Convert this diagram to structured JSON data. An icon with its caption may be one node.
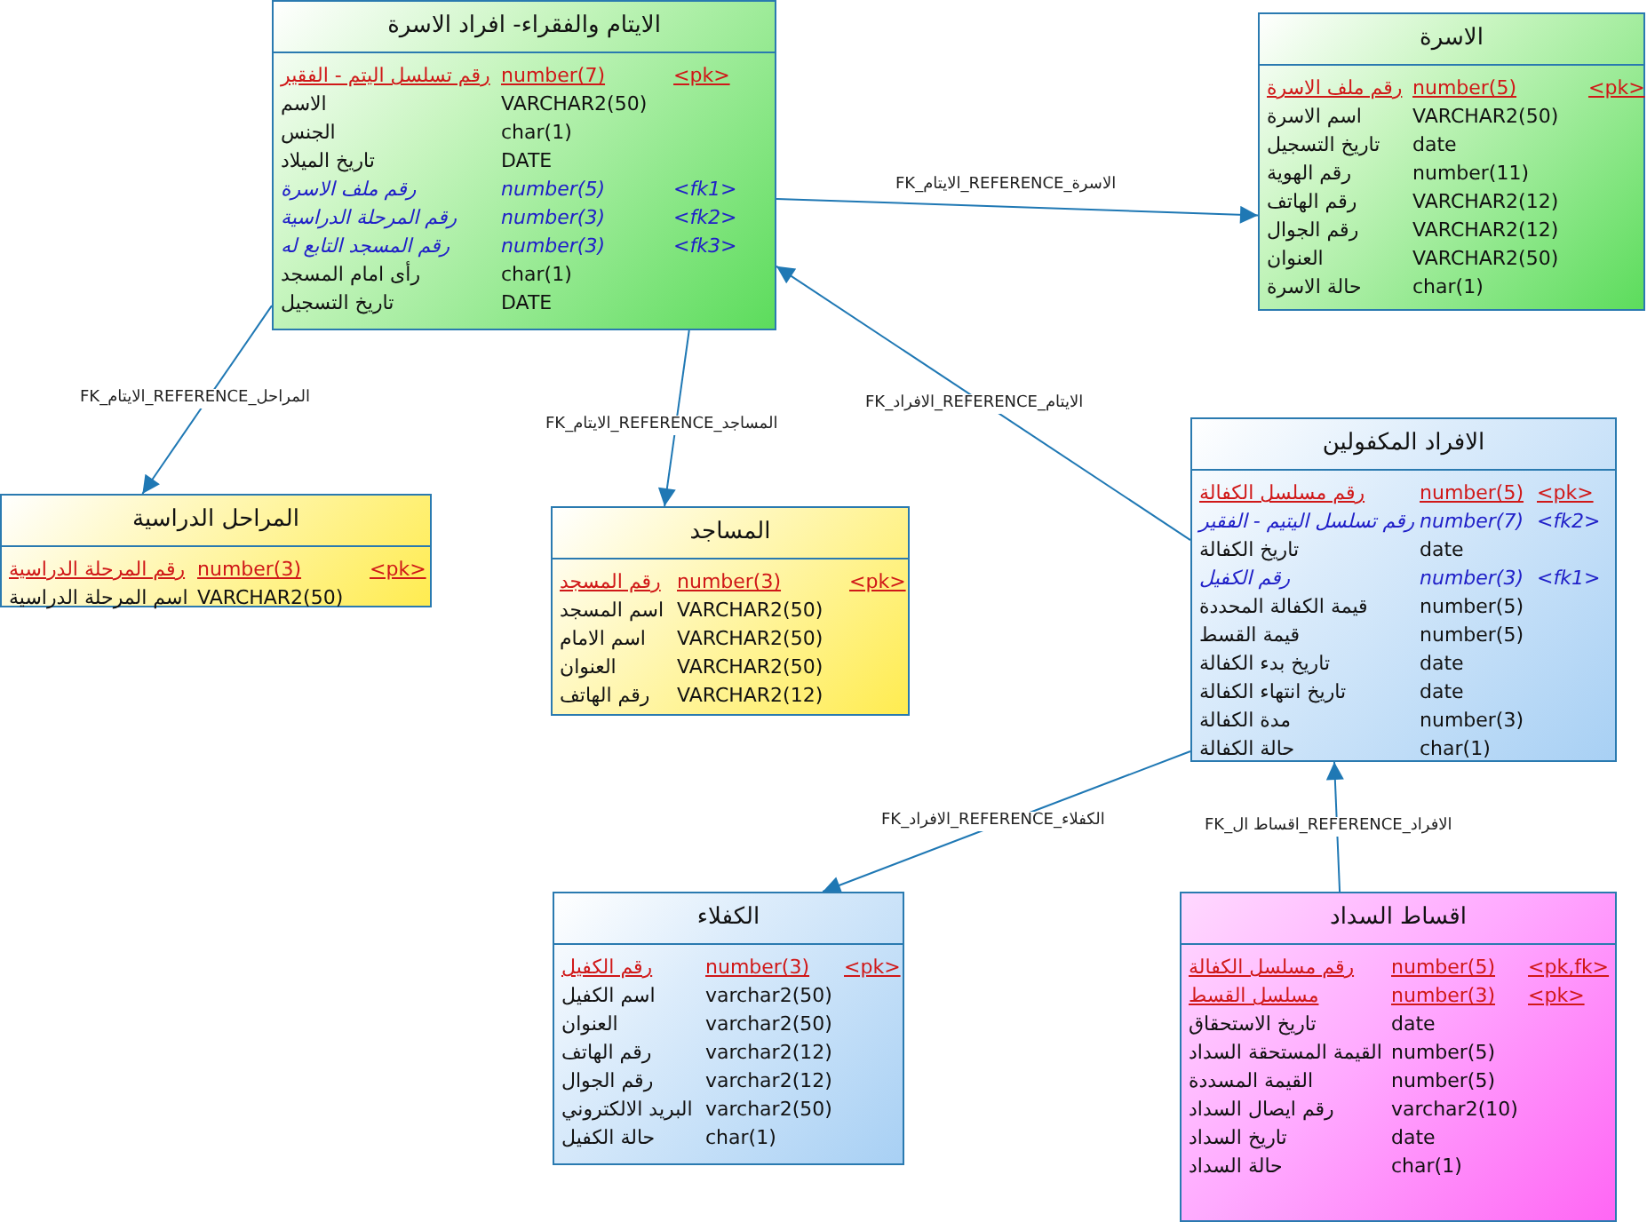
{
  "diagram": {
    "nodes": [
      {
        "text": [
          "الايتام والفقراء- افراد الاسرة",
          "رقم تسلسل اليتم - الفقير",
          "number(7)",
          "<pk>",
          "الاسم",
          "VARCHAR2(50)",
          "الجنس",
          "char(1)",
          "تاريخ الميلاد",
          "DATE",
          "رقم ملف الاسرة",
          "number(5)",
          "<fk1>",
          "رقم المرحلة الدراسية",
          "number(3)",
          "<fk2>",
          "رقم المسجد التابع له",
          "number(3)",
          "<fk3>",
          "رأى امام المسجد",
          "char(1)",
          "تاريخ التسجيل",
          "DATE"
        ]
      },
      {
        "text": [
          "الاسرة",
          "رقم ملف الاسرة",
          "number(5)",
          "<pk>",
          "اسم الاسرة",
          "VARCHAR2(50)",
          "تاريخ التسجيل",
          "date",
          "رقم الهوية",
          "number(11)",
          "رقم الهاتف",
          "VARCHAR2(12)",
          "رقم الجوال",
          "VARCHAR2(12)",
          "العنوان",
          "VARCHAR2(50)",
          "حالة الاسرة",
          "char(1)"
        ]
      },
      {
        "text": [
          "المراحل الدراسية",
          "رقم المرحلة الدراسية",
          "number(3)",
          "<pk>",
          "اسم المرحلة الدراسية",
          "VARCHAR2(50)"
        ]
      },
      {
        "text": [
          "المساجد",
          "رقم المسجد",
          "number(3)",
          "<pk>",
          "اسم المسجد",
          "VARCHAR2(50)",
          "اسم الامام",
          "VARCHAR2(50)",
          "العنوان",
          "VARCHAR2(50)",
          "رقم الهاتف",
          "VARCHAR2(12)"
        ]
      },
      {
        "text": [
          "الافراد المكفولين",
          "رقم مسلسل الكفالة",
          "number(5)",
          "<pk>",
          "رقم تسلسل اليتيم - الفقير",
          "number(7)",
          "<fk2>",
          "تاريخ الكفالة",
          "date",
          "رقم الكفيل",
          "number(3)",
          "<fk1>",
          "قيمة الكفالة المحددة",
          "number(5)",
          "قيمة القسط",
          "number(5)",
          "تاريخ بدء الكفالة",
          "date",
          "تاريخ انتهاء الكفالة",
          "date",
          "مدة الكفالة",
          "number(3)",
          "حالة الكفالة",
          "char(1)"
        ]
      },
      {
        "text": [
          "الكفلاء",
          "رقم الكفيل",
          "number(3)",
          "<pk>",
          "اسم الكفيل",
          "varchar2(50)",
          "العنوان",
          "varchar2(50)",
          "رقم الهاتف",
          "varchar2(12)",
          "رقم الجوال",
          "varchar2(12)",
          "البريد الالكتروني",
          "varchar2(50)",
          "حالة الكفيل",
          "char(1)"
        ]
      },
      {
        "text": [
          "اقساط السداد",
          "رقم مسلسل الكفالة",
          "number(5)",
          "<pk,fk>",
          "مسلسل القسط",
          "number(3)",
          "<pk>",
          "تاريخ الاستحقاق",
          "date",
          "القيمة المستحقة السداد",
          "number(5)",
          "القيمة المسددة",
          "number(5)",
          "رقم ايصال السداد",
          "varchar2(10)",
          "تاريخ السداد",
          "date",
          "حالة السداد",
          "char(1)"
        ]
      }
    ],
    "edges": [
      {
        "from": 0,
        "to": 2,
        "arrow": "to",
        "label": "FK_الايتام_REFERENCE_المراحل"
      },
      {
        "from": 0,
        "to": 3,
        "arrow": "to",
        "label": "FK_الايتام_REFERENCE_المساجد"
      },
      {
        "from": 0,
        "to": 1,
        "arrow": "to",
        "label": "FK_الايتام_REFERENCE_الاسرة"
      },
      {
        "from": 4,
        "to": 0,
        "arrow": "to",
        "label": "FK_الافراد_REFERENCE_الايتام"
      },
      {
        "from": 4,
        "to": 5,
        "arrow": "to",
        "label": "FK_الافراد_REFERENCE_الكفلاء"
      },
      {
        "from": 6,
        "to": 4,
        "arrow": "to",
        "label": "FK_اقساط ال_REFERENCE_الافراد"
      }
    ]
  }
}
